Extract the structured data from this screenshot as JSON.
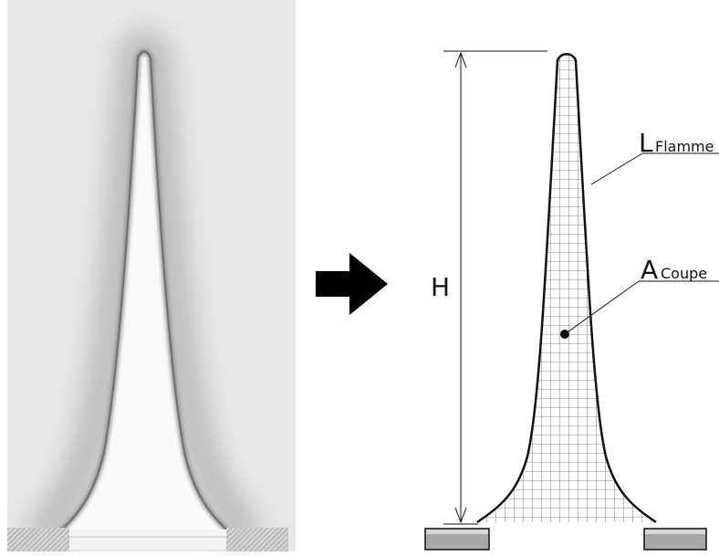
{
  "labels": {
    "height": "H",
    "flame_length_main": "L",
    "flame_length_sub": "Flamme",
    "cut_area_main": "A",
    "cut_area_sub": "Coupe"
  },
  "colors": {
    "flame_outline": "#6f6f6f",
    "glow": "#9a9a9a",
    "ink": "#111111",
    "burner_fill": "#a8a8a8",
    "arrow": "#000000"
  },
  "icons": {
    "transition": "right-arrow-icon"
  }
}
